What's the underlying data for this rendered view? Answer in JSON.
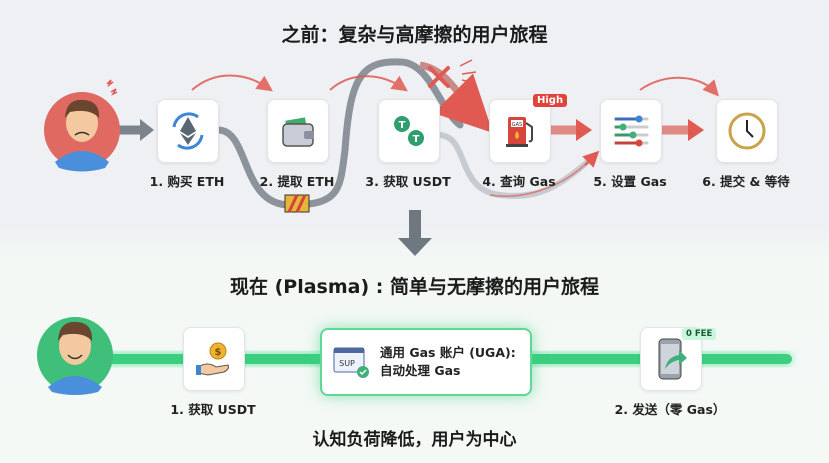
{
  "before": {
    "title": "之前：复杂与高摩擦的用户旅程",
    "steps": [
      {
        "label": "1. 购买 ETH",
        "icon": "eth-exchange-icon"
      },
      {
        "label": "2. 提取 ETH",
        "icon": "wallet-icon"
      },
      {
        "label": "3. 获取 USDT",
        "icon": "usdt-swap-icon"
      },
      {
        "label": "4. 查询 Gas",
        "icon": "gas-pump-icon",
        "badge": "High",
        "pump_text": "GAS"
      },
      {
        "label": "5. 设置 Gas",
        "icon": "sliders-icon"
      },
      {
        "label": "6. 提交 & 等待",
        "icon": "clock-icon"
      }
    ]
  },
  "after": {
    "title": "现在 (Plasma) : 简单与无摩擦的用户旅程",
    "steps": [
      {
        "label": "1. 获取 USDT",
        "icon": "hand-coin-icon"
      },
      {
        "label": "2. 发送（零 Gas）",
        "icon": "phone-send-icon",
        "badge": "0 FEE"
      }
    ],
    "uga": {
      "line1": "通用 Gas 账户 (UGA):",
      "line2": "自动处理 Gas",
      "icon_text": "SUP"
    },
    "footer": "认知负荷降低，用户为中心"
  },
  "colors": {
    "red": "#e05a52",
    "green": "#3ccf7f",
    "gray_path": "#8d939b"
  }
}
